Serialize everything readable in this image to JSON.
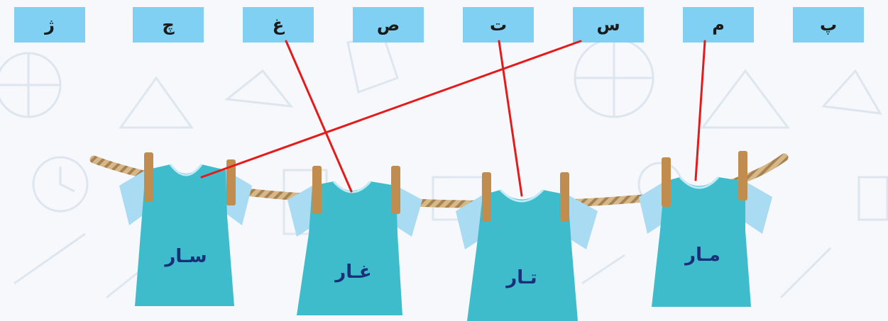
{
  "letters": {
    "zhe": "ژ",
    "che": "چ",
    "ghein": "غ",
    "sad": "ص",
    "te": "ت",
    "sin": "س",
    "mim": "م",
    "pe": "پ"
  },
  "shirts": {
    "saar": "سـار",
    "ghaar": "غـار",
    "taar": "تـار",
    "maar": "مـار"
  },
  "colors": {
    "tile": "#7fd0f2",
    "shirt": "#3fbccc",
    "sleeve": "#a9dbf3",
    "line": "#e51b1b",
    "rope": "#c8a675",
    "clothespin": "#c08d4f",
    "word": "#1a2f7a"
  }
}
